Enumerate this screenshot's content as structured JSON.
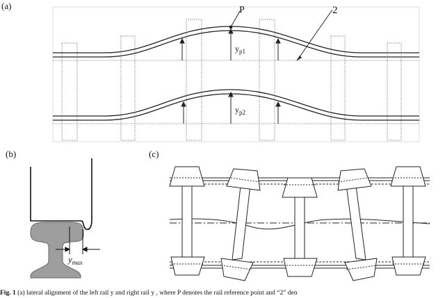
{
  "panels": {
    "a": {
      "label": "(a)",
      "point_label": "P",
      "ref_label": "2",
      "y_top_label": "y",
      "y_top_sub": "p1",
      "y_bot_label": "y",
      "y_bot_sub": "p2"
    },
    "b": {
      "label": "(b)",
      "y_label": "y",
      "y_sub": "max"
    },
    "c": {
      "label": "(c)"
    }
  },
  "caption": {
    "figure": "Fig. 1",
    "text": "(a) lateral alignment of the left rail y   and right rail y   , where P denotes the rail reference point and “2” den"
  }
}
